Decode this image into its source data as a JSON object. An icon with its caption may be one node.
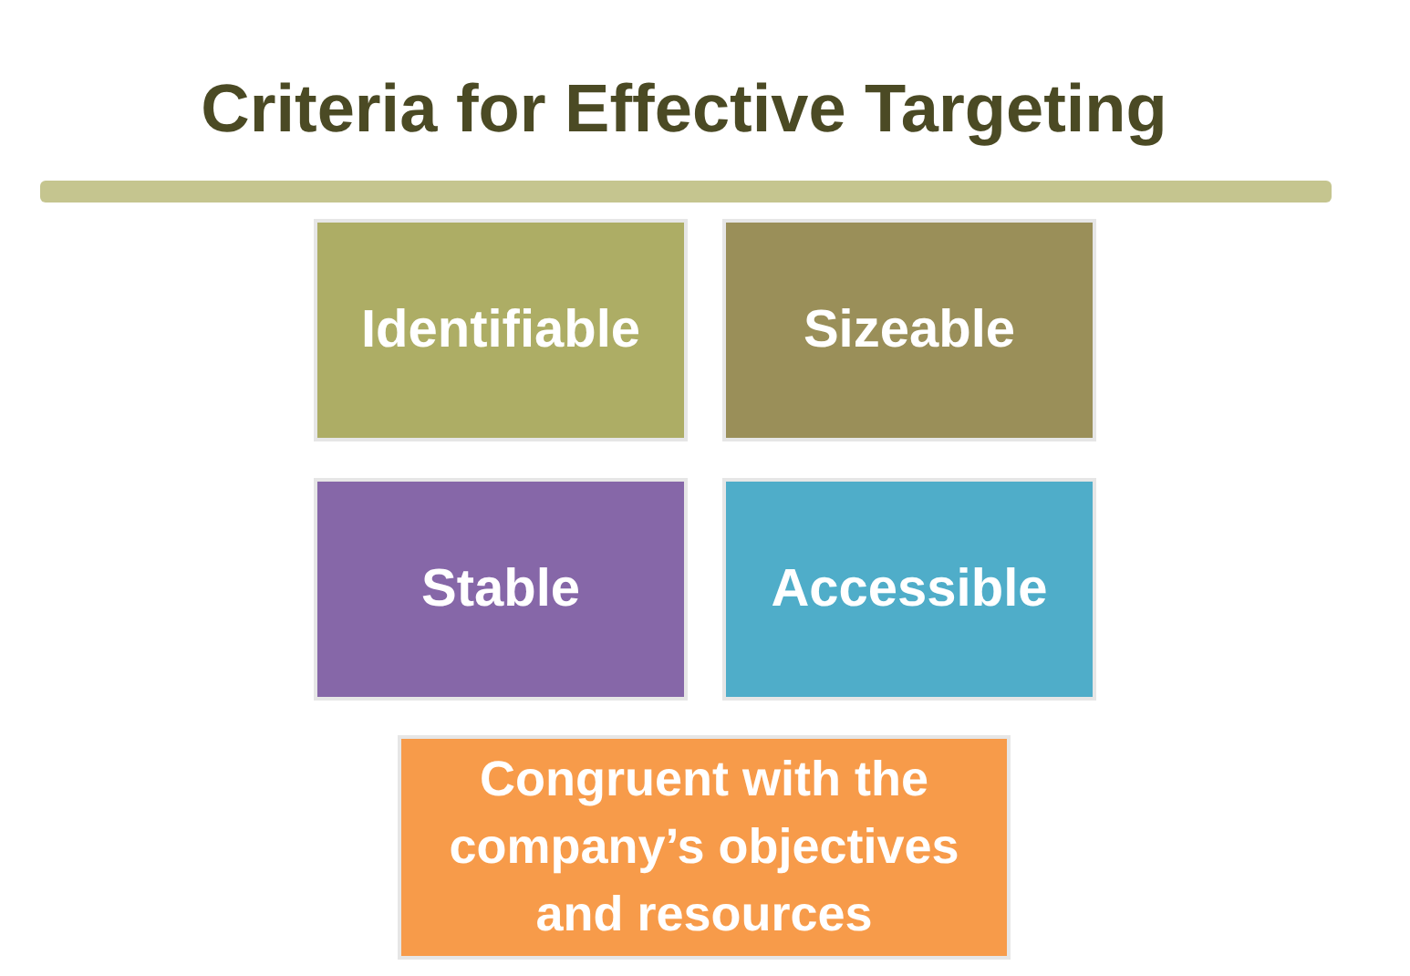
{
  "diagram": {
    "title": "Criteria for Effective Targeting",
    "nodes": [
      {
        "text": [
          "Identifiable"
        ]
      },
      {
        "text": [
          "Sizeable"
        ]
      },
      {
        "text": [
          "Stable"
        ]
      },
      {
        "text": [
          "Accessible"
        ]
      },
      {
        "text": [
          "Congruent with the company’s objectives and resources"
        ]
      }
    ]
  }
}
